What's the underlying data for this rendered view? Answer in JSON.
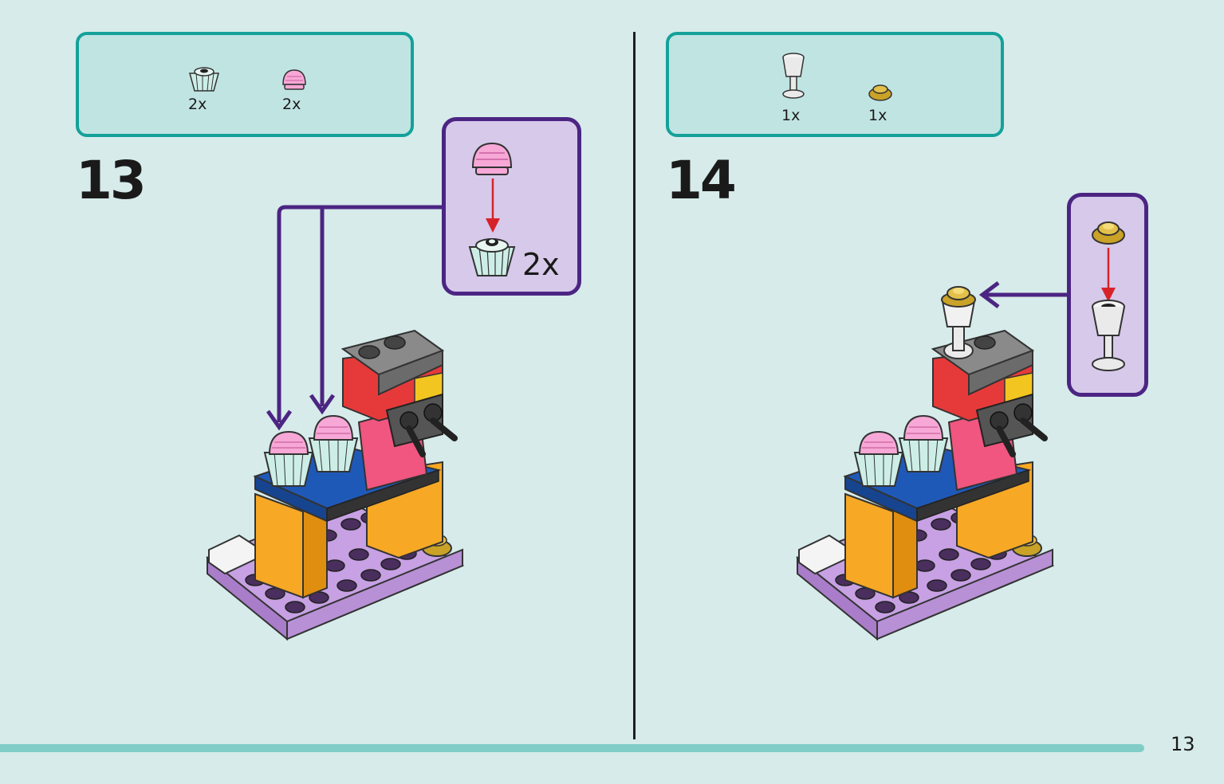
{
  "page": {
    "number": "13"
  },
  "colors": {
    "background": "#d6ebea",
    "parts_box_fill": "#c0e4e2",
    "parts_box_border": "#14a19a",
    "callout_fill": "#d6c9ea",
    "callout_border": "#4c2583",
    "arrow": "#4c2583",
    "red_arrow": "#d6232a"
  },
  "steps": [
    {
      "number": "13",
      "parts": [
        {
          "icon": "cupcake-holder-icon",
          "qty": "2x"
        },
        {
          "icon": "pink-cupcake-top-icon",
          "qty": "2x"
        }
      ],
      "callout": {
        "qty": "2x"
      }
    },
    {
      "number": "14",
      "parts": [
        {
          "icon": "goblet-icon",
          "qty": "1x"
        },
        {
          "icon": "gold-round-tile-icon",
          "qty": "1x"
        }
      ]
    }
  ]
}
